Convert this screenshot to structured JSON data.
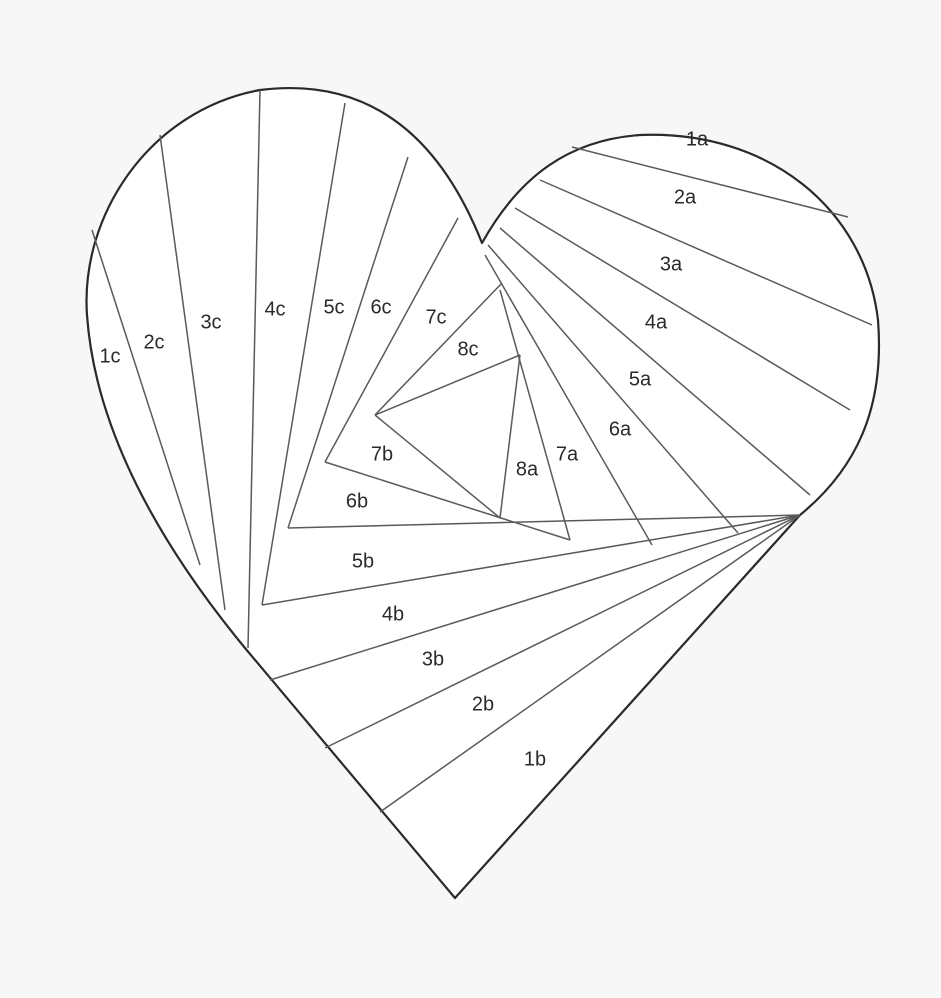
{
  "diagram": {
    "labels": {
      "1a": "1a",
      "2a": "2a",
      "3a": "3a",
      "4a": "4a",
      "5a": "5a",
      "6a": "6a",
      "7a": "7a",
      "8a": "8a",
      "1b": "1b",
      "2b": "2b",
      "3b": "3b",
      "4b": "4b",
      "5b": "5b",
      "6b": "6b",
      "7b": "7b",
      "1c": "1c",
      "2c": "2c",
      "3c": "3c",
      "4c": "4c",
      "5c": "5c",
      "6c": "6c",
      "7c": "7c",
      "8c": "8c"
    },
    "colors": {
      "outline": "#2a2a2a",
      "lines": "#5a5a5a",
      "fill": "#ffffff",
      "background": "#f7f7f7"
    }
  }
}
